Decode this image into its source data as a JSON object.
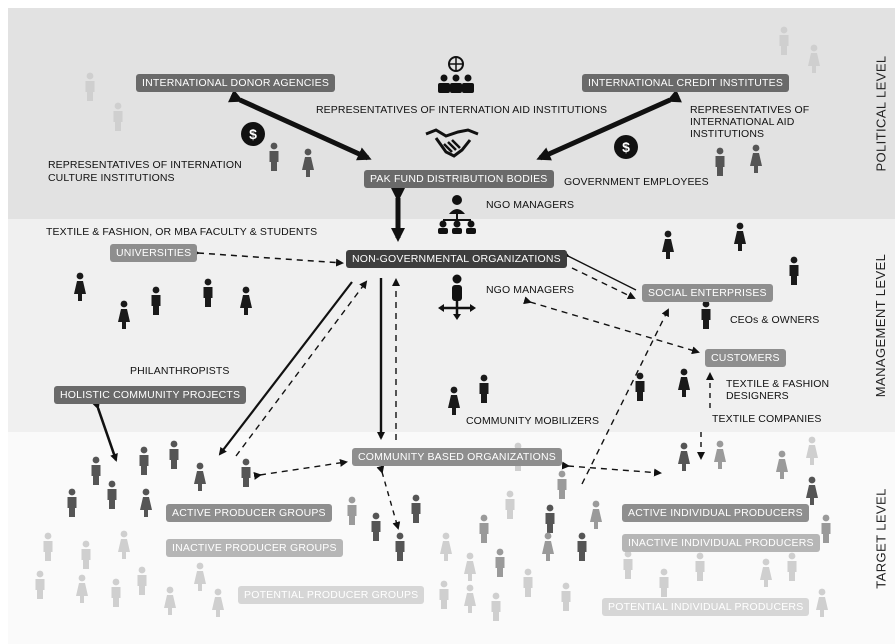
{
  "levels": {
    "political": "POLITICAL LEVEL",
    "management": "MANAGEMENT LEVEL",
    "target": "TARGET LEVEL"
  },
  "nodes": {
    "donor": "INTERNATIONAL DONOR AGENCIES",
    "credit": "INTERNATIONAL CREDIT INSTITUTES",
    "pak_fund": "PAK FUND DISTRIBUTION BODIES",
    "ngo": "NON-GOVERNMENTAL ORGANIZATIONS",
    "universities": "UNIVERSITIES",
    "social_ent": "SOCIAL ENTERPRISES",
    "customers": "CUSTOMERS",
    "holistic": "HOLISTIC COMMUNITY PROJECTS",
    "cbo": "COMMUNITY BASED ORGANIZATIONS",
    "active_groups": "ACTIVE PRODUCER GROUPS",
    "inactive_groups": "INACTIVE PRODUCER GROUPS",
    "potential_groups": "POTENTIAL PRODUCER GROUPS",
    "active_indiv": "ACTIVE INDIVIDUAL PRODUCERS",
    "inactive_indiv": "INACTIVE INDIVIDUAL PRODUCERS",
    "potential_indiv": "POTENTIAL INDIVIDUAL PRODUCERS"
  },
  "labels": {
    "rep_aid_center": "REPRESENTATIVES OF INTERNATION AID INSTITUTIONS",
    "rep_aid_right": "REPRESENTATIVES OF INTERNATIONAL AID INSTITUTIONS",
    "rep_culture": "REPRESENTATIVES OF INTERNATION CULTURE INSTITUTIONS",
    "gov_employees": "GOVERNMENT EMPLOYEES",
    "ngo_managers_top": "NGO MANAGERS",
    "faculty": "TEXTILE & FASHION, OR MBA FACULTY & STUDENTS",
    "ngo_managers_mid": "NGO MANAGERS",
    "ceos": "CEOs & OWNERS",
    "philanthropists": "PHILANTHROPISTS",
    "designers": "TEXTILE & FASHION DESIGNERS",
    "textile_companies": "TEXTILE COMPANIES",
    "community_mobilizers": "COMMUNITY MOBILIZERS"
  },
  "icons": {
    "dollar_left": "$",
    "dollar_right": "$",
    "org": "institution-people-icon",
    "handshake": "handshake-icon",
    "hierarchy": "hierarchy-icon",
    "manager": "manager-arrows-icon"
  },
  "colors": {
    "dark_person": "#1a1a1a",
    "mid_person": "#555555",
    "light_person": "#9a9a9a",
    "pale_person": "#cfcfcf"
  }
}
